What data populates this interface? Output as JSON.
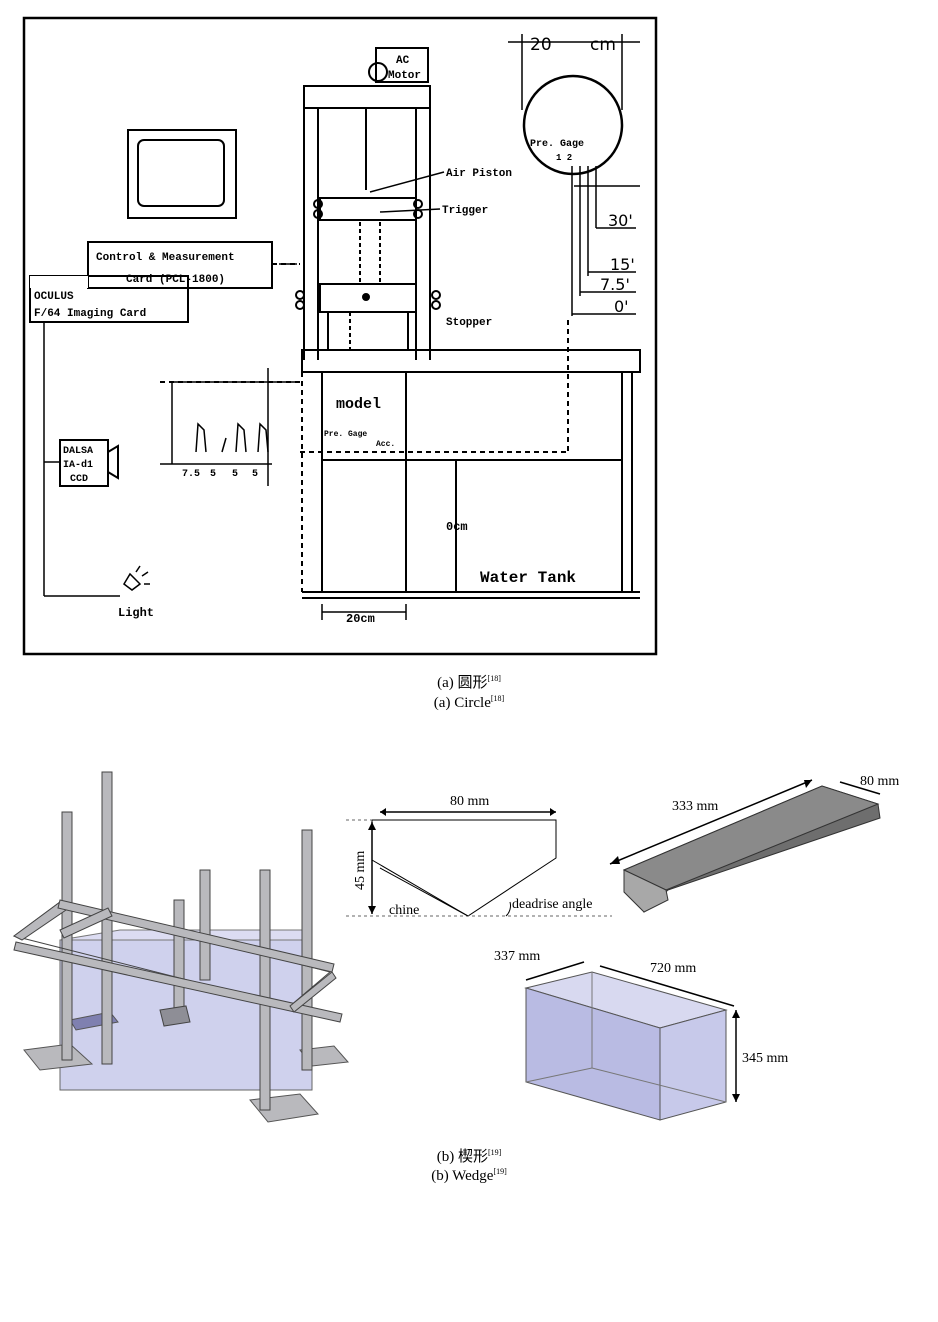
{
  "figure_a": {
    "labels": {
      "motor": [
        "AC",
        "Motor"
      ],
      "scale_top": [
        "20",
        "cm"
      ],
      "pressure_gage": [
        "Pre. Gage",
        "1 2"
      ],
      "air_piston": "Air Piston",
      "trigger": "Trigger",
      "heights": [
        "30'",
        "15'",
        "7.5'",
        "0'"
      ],
      "control_card": [
        "Control & Measurement",
        "Card (PCL-1800)"
      ],
      "imaging_card": [
        "OCULUS",
        "F/64 Imaging Card"
      ],
      "stopper": "Stopper",
      "model": "model",
      "gage_small": [
        "Pre. Gage",
        "Acc."
      ],
      "pulse_ticks": [
        "7.5",
        "5",
        "5",
        "5"
      ],
      "camera": [
        "DALSA",
        "IA-d1",
        "CCD"
      ],
      "light": "Light",
      "zero_cm": "0cm",
      "water_tank": "Water Tank",
      "width_bottom": "20cm"
    },
    "caption_cn": "(a) 圆形",
    "caption_en": "(a) Circle",
    "ref": "[18]"
  },
  "figure_b": {
    "labels": {
      "width_80": "80 mm",
      "height_45": "45 mm",
      "chine": "chine",
      "deadrise": "deadrise angle",
      "wedge_len": "333 mm",
      "wedge_w": "80 mm",
      "tank_d": "337 mm",
      "tank_l": "720 mm",
      "tank_h": "345 mm"
    },
    "caption_cn": "(b) 楔形",
    "caption_en": "(b) Wedge",
    "ref": "[19]"
  },
  "colors": {
    "tank_fill": "#c7c9ea",
    "frame": "#b9b9bd",
    "wedge": "#6e6e6e"
  }
}
